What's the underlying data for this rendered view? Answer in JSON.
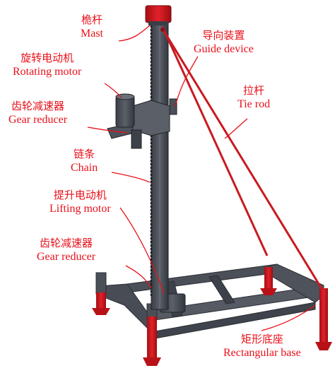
{
  "colors": {
    "label": "#e8101a",
    "frame": "#4a4f58",
    "frame_dark": "#2f333a",
    "accent_red": "#d8161d",
    "tie_rod": "#c81a20"
  },
  "labels": {
    "mast": {
      "zh": "桅杆",
      "en": "Mast"
    },
    "guide_device": {
      "zh": "导向装置",
      "en": "Guide device"
    },
    "rotating_motor": {
      "zh": "旋转电动机",
      "en": "Rotating motor"
    },
    "tie_rod": {
      "zh": "拉杆",
      "en": "Tie rod"
    },
    "gear_reducer_top": {
      "zh": "齿轮减速器",
      "en": "Gear reducer"
    },
    "chain": {
      "zh": "链条",
      "en": "Chain"
    },
    "lifting_motor": {
      "zh": "提升电动机",
      "en": "Lifting motor"
    },
    "gear_reducer_bottom": {
      "zh": "齿轮减速器",
      "en": "Gear reducer"
    },
    "rectangular_base": {
      "zh": "矩形底座",
      "en": "Rectangular base"
    }
  }
}
